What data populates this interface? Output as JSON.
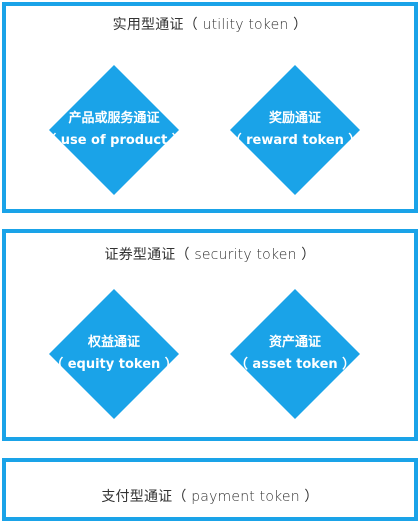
{
  "colors": {
    "accent": "#1aa3e8",
    "diamond_text": "#ffffff",
    "title_text": "#333333"
  },
  "utility": {
    "title": "实用型通证（ utility token ）",
    "items": [
      {
        "line1": "产品或服务通证",
        "line2": "（ use of product ）"
      },
      {
        "line1": "奖励通证",
        "line2": "（ reward token ）"
      }
    ]
  },
  "security": {
    "title": "证券型通证（ security token ）",
    "items": [
      {
        "line1": "权益通证",
        "line2": "（ equity token ）"
      },
      {
        "line1": "资产通证",
        "line2": "（ asset token ）"
      }
    ]
  },
  "payment": {
    "title": "支付型通证（ payment token ）"
  }
}
